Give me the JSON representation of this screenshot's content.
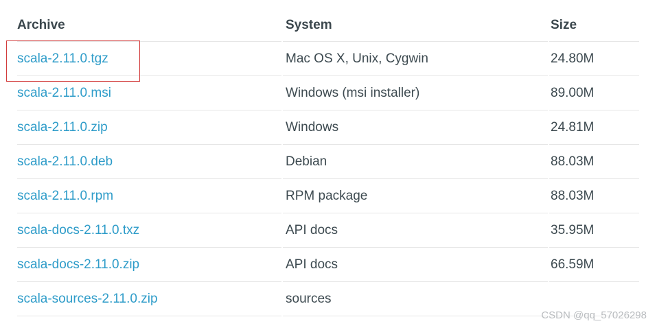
{
  "table": {
    "headers": {
      "archive": "Archive",
      "system": "System",
      "size": "Size"
    },
    "rows": [
      {
        "archive": "scala-2.11.0.tgz",
        "system": "Mac OS X, Unix, Cygwin",
        "size": "24.80M"
      },
      {
        "archive": "scala-2.11.0.msi",
        "system": "Windows (msi installer)",
        "size": "89.00M"
      },
      {
        "archive": "scala-2.11.0.zip",
        "system": "Windows",
        "size": "24.81M"
      },
      {
        "archive": "scala-2.11.0.deb",
        "system": "Debian",
        "size": "88.03M"
      },
      {
        "archive": "scala-2.11.0.rpm",
        "system": "RPM package",
        "size": "88.03M"
      },
      {
        "archive": "scala-docs-2.11.0.txz",
        "system": "API docs",
        "size": "35.95M"
      },
      {
        "archive": "scala-docs-2.11.0.zip",
        "system": "API docs",
        "size": "66.59M"
      },
      {
        "archive": "scala-sources-2.11.0.zip",
        "system": "sources",
        "size": ""
      }
    ]
  },
  "watermark": "CSDN @qq_57026298",
  "colors": {
    "link": "#2e9cc9",
    "text": "#3d4a50",
    "divider": "#e6e6e6",
    "highlight_border": "#d23b3b"
  }
}
